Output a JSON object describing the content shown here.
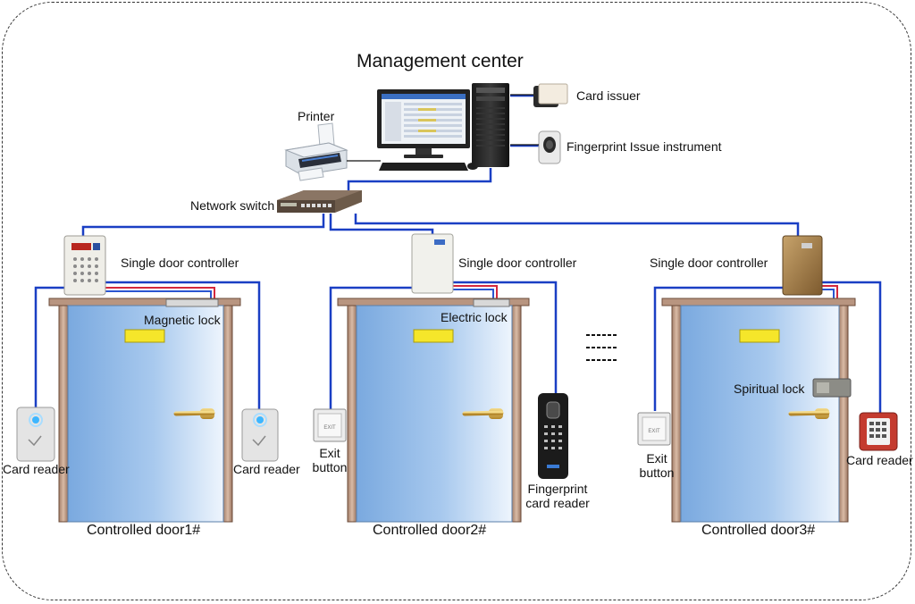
{
  "title": "Management center",
  "labels": {
    "printer": "Printer",
    "card_issuer": "Card issuer",
    "fingerprint_issue": "Fingerprint Issue instrument",
    "network_switch": "Network switch",
    "controller1": "Single door controller",
    "controller2": "Single door controller",
    "controller3": "Single door controller",
    "magnetic_lock": "Magnetic lock",
    "electric_lock": "Electric lock",
    "spiritual_lock": "Spiritual lock",
    "card_reader_1a": "Card reader",
    "card_reader_1b": "Card reader",
    "card_reader_3": "Card reader",
    "exit_button_2": "Exit button",
    "exit_button_3": "Exit button",
    "fingerprint_reader": "Fingerprint card reader",
    "door1": "Controlled door1#",
    "door2": "Controlled door2#",
    "door3": "Controlled door3#"
  },
  "colors": {
    "network_wire": "#1a3fc4",
    "power_wire": "#d4283c",
    "door_blue": "#8fb7e6",
    "frame_brown": "#b89580",
    "frame_dark": "#6b4b3a",
    "door_sign": "#f5e62a",
    "handle": "#d9b24a"
  },
  "icons": {
    "computer": "desktop-computer-icon",
    "printer": "printer-icon",
    "switch": "network-switch-icon",
    "card_issuer": "card-issuer-icon",
    "fingerprint_issue": "fingerprint-issue-icon",
    "controller": "controller-icon",
    "card_reader": "card-reader-icon",
    "exit_button": "exit-button-icon",
    "fingerprint_reader": "fingerprint-reader-icon",
    "lock": "lock-icon"
  }
}
